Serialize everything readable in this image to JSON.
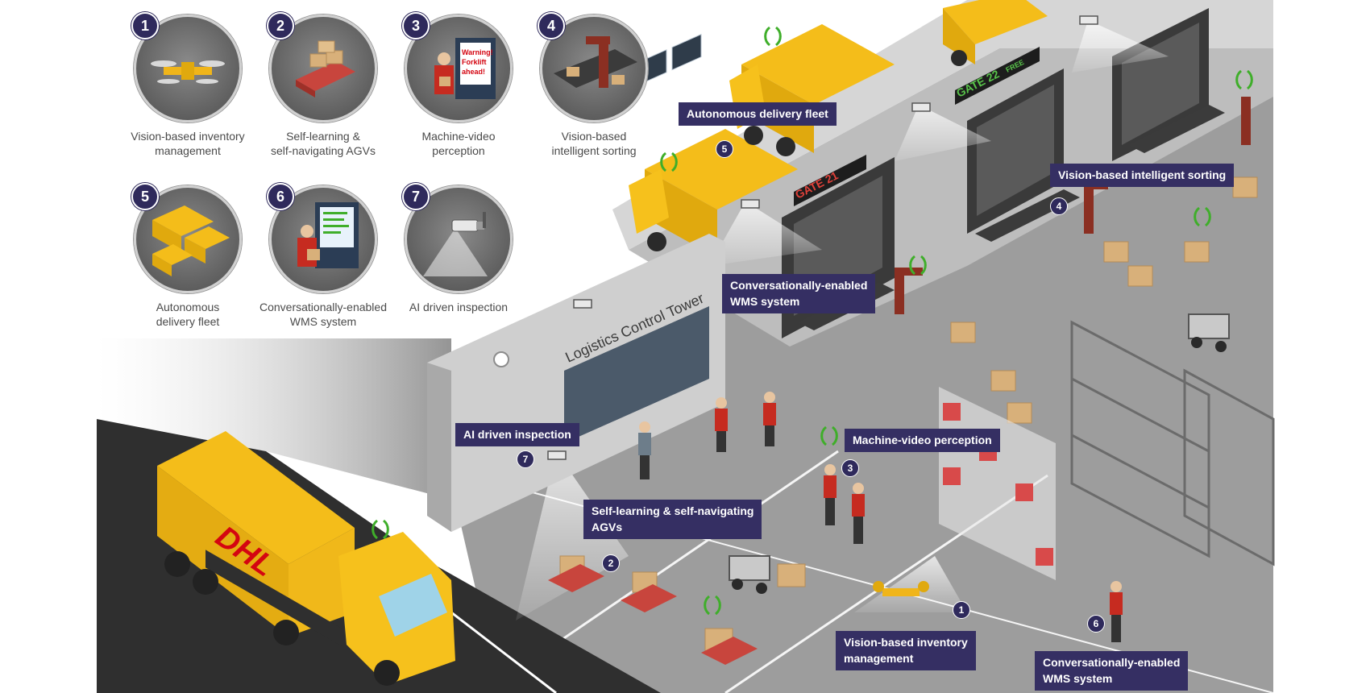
{
  "legend": [
    {
      "num": "1",
      "line1": "Vision-based inventory",
      "line2": "management",
      "icon": "drone-icon"
    },
    {
      "num": "2",
      "line1": "Self-learning &",
      "line2": "self-navigating AGVs",
      "icon": "agv-icon"
    },
    {
      "num": "3",
      "line1": "Machine-video",
      "line2": "perception",
      "icon": "worker-screen-icon"
    },
    {
      "num": "4",
      "line1": "Vision-based",
      "line2": "intelligent sorting",
      "icon": "robot-arm-icon"
    },
    {
      "num": "5",
      "line1": "Autonomous",
      "line2": "delivery fleet",
      "icon": "trucks-icon"
    },
    {
      "num": "6",
      "line1": "Conversationally-enabled",
      "line2": "WMS system",
      "icon": "worker-tablet-icon"
    },
    {
      "num": "7",
      "line1": "AI driven inspection",
      "line2": "",
      "icon": "camera-icon"
    }
  ],
  "icon_text": {
    "warning_line1": "Warning!",
    "warning_line2": "Forklift",
    "warning_line3": "ahead!"
  },
  "scene": {
    "control_tower_label": "Logistics Control Tower",
    "gate_21": "GATE 21",
    "gate_22": "GATE 22",
    "gate_22_status": "FREE",
    "truck_brand": "DHL"
  },
  "callouts": [
    {
      "id": "autonomous-delivery-fleet",
      "line1": "Autonomous delivery fleet",
      "line2": "",
      "num": "5"
    },
    {
      "id": "vision-sorting",
      "line1": "Vision-based intelligent sorting",
      "line2": "",
      "num": "4"
    },
    {
      "id": "wms-upper",
      "line1": "Conversationally-enabled",
      "line2": "WMS system",
      "num": ""
    },
    {
      "id": "ai-inspection",
      "line1": "AI driven inspection",
      "line2": "",
      "num": "7"
    },
    {
      "id": "machine-video",
      "line1": "Machine-video perception",
      "line2": "",
      "num": "3"
    },
    {
      "id": "agvs",
      "line1": "Self-learning & self-navigating",
      "line2": "AGVs",
      "num": "2"
    },
    {
      "id": "inventory",
      "line1": "Vision-based inventory",
      "line2": "management",
      "num": "1"
    },
    {
      "id": "wms-lower",
      "line1": "Conversationally-enabled",
      "line2": "WMS system",
      "num": "6"
    }
  ],
  "colors": {
    "callout_bg": "#352f63",
    "dhl_yellow": "#f6c11c",
    "dhl_red": "#d40511",
    "floor": "#9b9b9b",
    "wall": "#c9c9c9",
    "signal_green": "#3fae2a"
  }
}
